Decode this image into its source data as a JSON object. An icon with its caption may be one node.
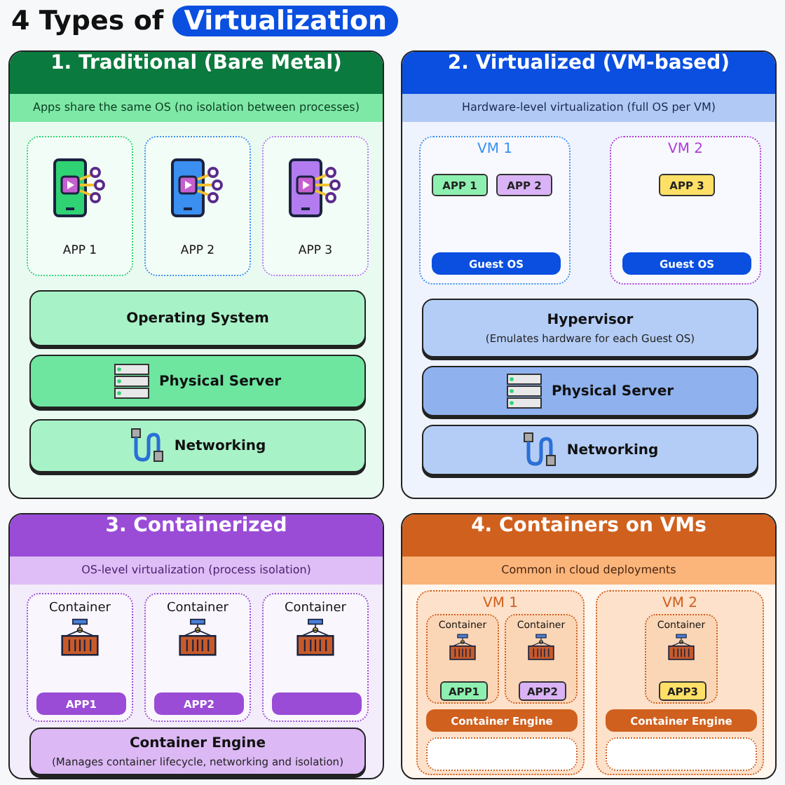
{
  "diagram": {
    "title": "4 Types of Virtualization",
    "nodes": [
      {
        "text": [
          "1. Traditional (Bare Metal)",
          "Apps share the same OS (no isolation between processes)"
        ]
      },
      {
        "text": [
          "APP 1"
        ],
        "in": 0
      },
      {
        "text": [
          "APP 2"
        ],
        "in": 0
      },
      {
        "text": [
          "APP 3"
        ],
        "in": 0
      },
      {
        "text": [
          "Operating System"
        ],
        "in": 0
      },
      {
        "text": [
          "Physical Server"
        ],
        "in": 0
      },
      {
        "text": [
          "Networking"
        ],
        "in": 0
      },
      {
        "text": [
          "2. Virtualized (VM-based)",
          "Hardware-level virtualization (full OS per VM)"
        ]
      },
      {
        "text": [
          "VM 1"
        ],
        "in": 7
      },
      {
        "text": [
          "APP 1"
        ],
        "in": 8
      },
      {
        "text": [
          "APP 2"
        ],
        "in": 8
      },
      {
        "text": [
          "Guest OS"
        ],
        "in": 8
      },
      {
        "text": [
          "VM 2"
        ],
        "in": 7
      },
      {
        "text": [
          "APP 3"
        ],
        "in": 12
      },
      {
        "text": [
          "Guest OS"
        ],
        "in": 12
      },
      {
        "text": [
          "Hypervisor",
          "(Emulates hardware for each Guest OS)"
        ],
        "in": 7
      },
      {
        "text": [
          "Physical Server"
        ],
        "in": 7
      },
      {
        "text": [
          "Networking"
        ],
        "in": 7
      },
      {
        "text": [
          "3. Containerized",
          "OS-level virtualization (process isolation)"
        ]
      },
      {
        "text": [
          "Container"
        ],
        "in": 18
      },
      {
        "text": [
          "APP1"
        ],
        "in": 19
      },
      {
        "text": [
          "Container"
        ],
        "in": 18
      },
      {
        "text": [
          "APP2"
        ],
        "in": 21
      },
      {
        "text": [
          "Container"
        ],
        "in": 18
      },
      {
        "text": [],
        "shape": "box",
        "in": 23
      },
      {
        "text": [
          "Container Engine",
          "(Manages container lifecycle, networking and isolation)"
        ],
        "in": 18
      },
      {
        "text": [
          "4. Containers on VMs",
          "Common in cloud deployments"
        ]
      },
      {
        "text": [
          "VM 1"
        ],
        "in": 26
      },
      {
        "text": [
          "Container"
        ],
        "in": 27
      },
      {
        "text": [
          "APP1"
        ],
        "in": 28
      },
      {
        "text": [
          "Container"
        ],
        "in": 27
      },
      {
        "text": [
          "APP2"
        ],
        "in": 30
      },
      {
        "text": [
          "Container Engine"
        ],
        "in": 27
      },
      {
        "text": [],
        "shape": "box",
        "in": 27
      },
      {
        "text": [
          "VM 2"
        ],
        "in": 26
      },
      {
        "text": [
          "Container"
        ],
        "in": 34
      },
      {
        "text": [
          "APP3"
        ],
        "in": 35
      },
      {
        "text": [
          "Container Engine"
        ],
        "in": 34
      },
      {
        "text": [],
        "shape": "box",
        "in": 34
      }
    ]
  }
}
